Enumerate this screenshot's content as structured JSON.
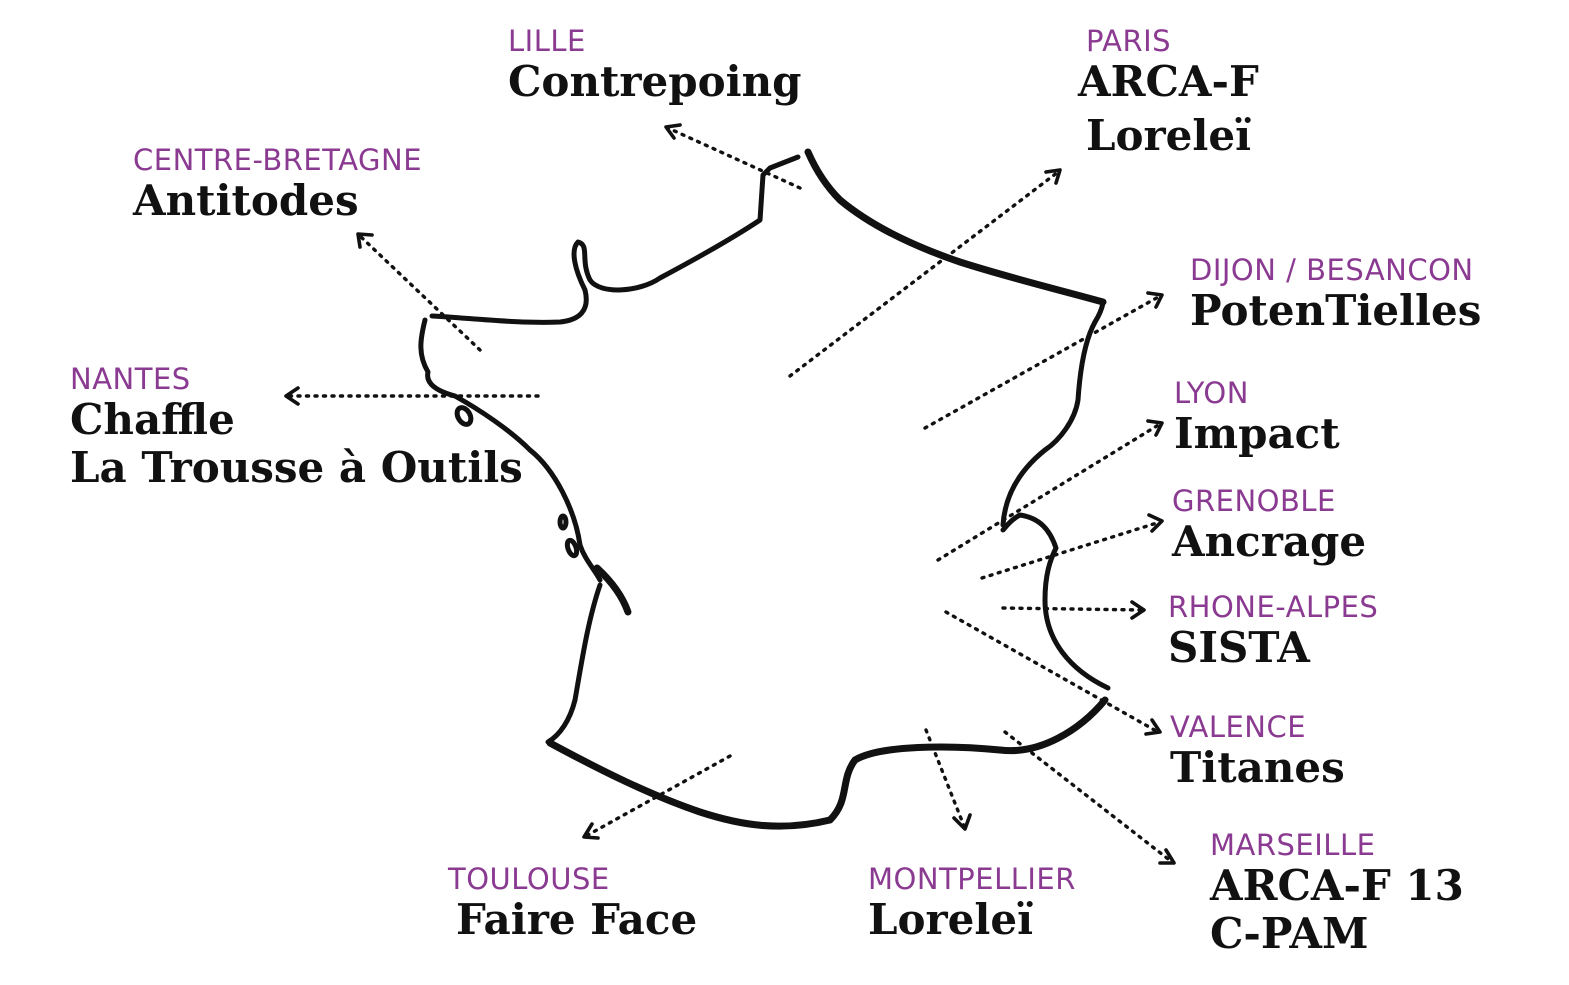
{
  "colors": {
    "region": "#8b3a92",
    "group": "#111111",
    "outline": "#111111"
  },
  "labels": {
    "lille": {
      "region": "LILLE",
      "groups": [
        "Contrepoing"
      ]
    },
    "paris": {
      "region": "PARIS",
      "groups": [
        "ARCA-F",
        "Loreleï"
      ]
    },
    "centre_bretagne": {
      "region": "CENTRE-BRETAGNE",
      "groups": [
        "Antitodes"
      ]
    },
    "dijon_besancon": {
      "region": "DIJON / BESANCON",
      "groups": [
        "PotenTielles"
      ]
    },
    "nantes": {
      "region": "NANTES",
      "groups": [
        "Chaffle",
        "La Trousse à Outils"
      ]
    },
    "lyon": {
      "region": "LYON",
      "groups": [
        "Impact"
      ]
    },
    "grenoble": {
      "region": "GRENOBLE",
      "groups": [
        "Ancrage"
      ]
    },
    "rhone_alpes": {
      "region": "RHONE-ALPES",
      "groups": [
        "SISTA"
      ]
    },
    "valence": {
      "region": "VALENCE",
      "groups": [
        "Titanes"
      ]
    },
    "marseille": {
      "region": "MARSEILLE",
      "groups": [
        "ARCA-F 13",
        "C-PAM"
      ]
    },
    "toulouse": {
      "region": "TOULOUSE",
      "groups": [
        "Faire Face"
      ]
    },
    "montpellier": {
      "region": "MONTPELLIER",
      "groups": [
        "Loreleï"
      ]
    }
  }
}
